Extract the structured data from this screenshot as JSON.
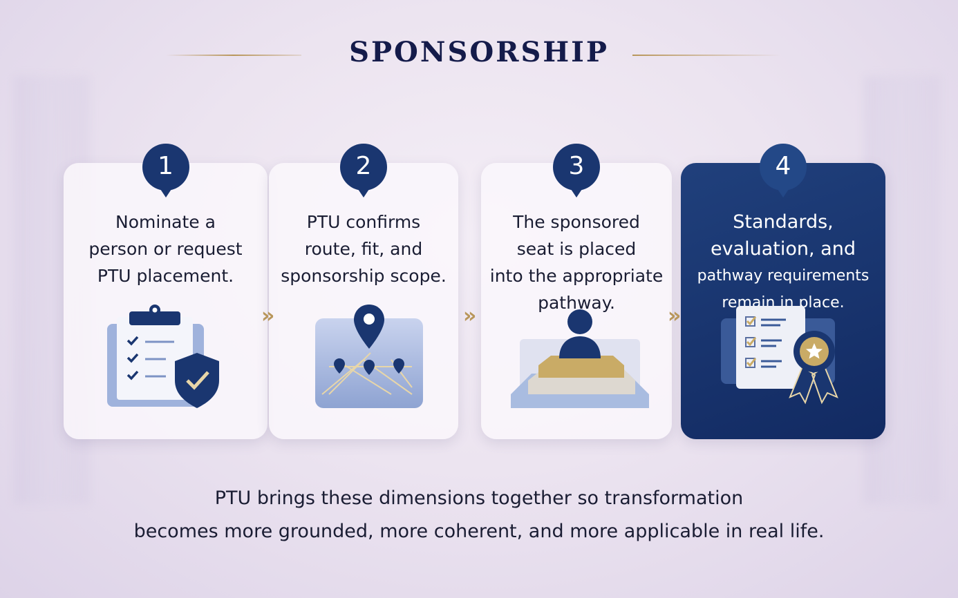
{
  "title": "SPONSORSHIP",
  "steps": [
    {
      "number": "1",
      "lines": [
        "Nominate a",
        "person or request",
        "PTU placement."
      ],
      "icon": "clipboard-shield-icon"
    },
    {
      "number": "2",
      "lines": [
        "PTU confirms",
        "route, fit, and",
        "sponsorship scope."
      ],
      "icon": "map-pin-network-icon"
    },
    {
      "number": "3",
      "lines": [
        "The sponsored",
        "seat is placed",
        "into the appropriate",
        "pathway."
      ],
      "icon": "person-on-podium-icon"
    },
    {
      "number": "4",
      "lines": [
        "Standards,",
        "evaluation, and",
        "pathway requirements",
        "remain in place."
      ],
      "icon": "checklist-award-icon",
      "highlighted": true
    }
  ],
  "arrow_glyph": "»",
  "footer": [
    "PTU brings these dimensions together so transformation",
    "becomes more grounded, more coherent, and more applicable in real life."
  ],
  "colors": {
    "navy": "#1a3670",
    "gold": "#b8965a",
    "title": "#141b4a"
  }
}
